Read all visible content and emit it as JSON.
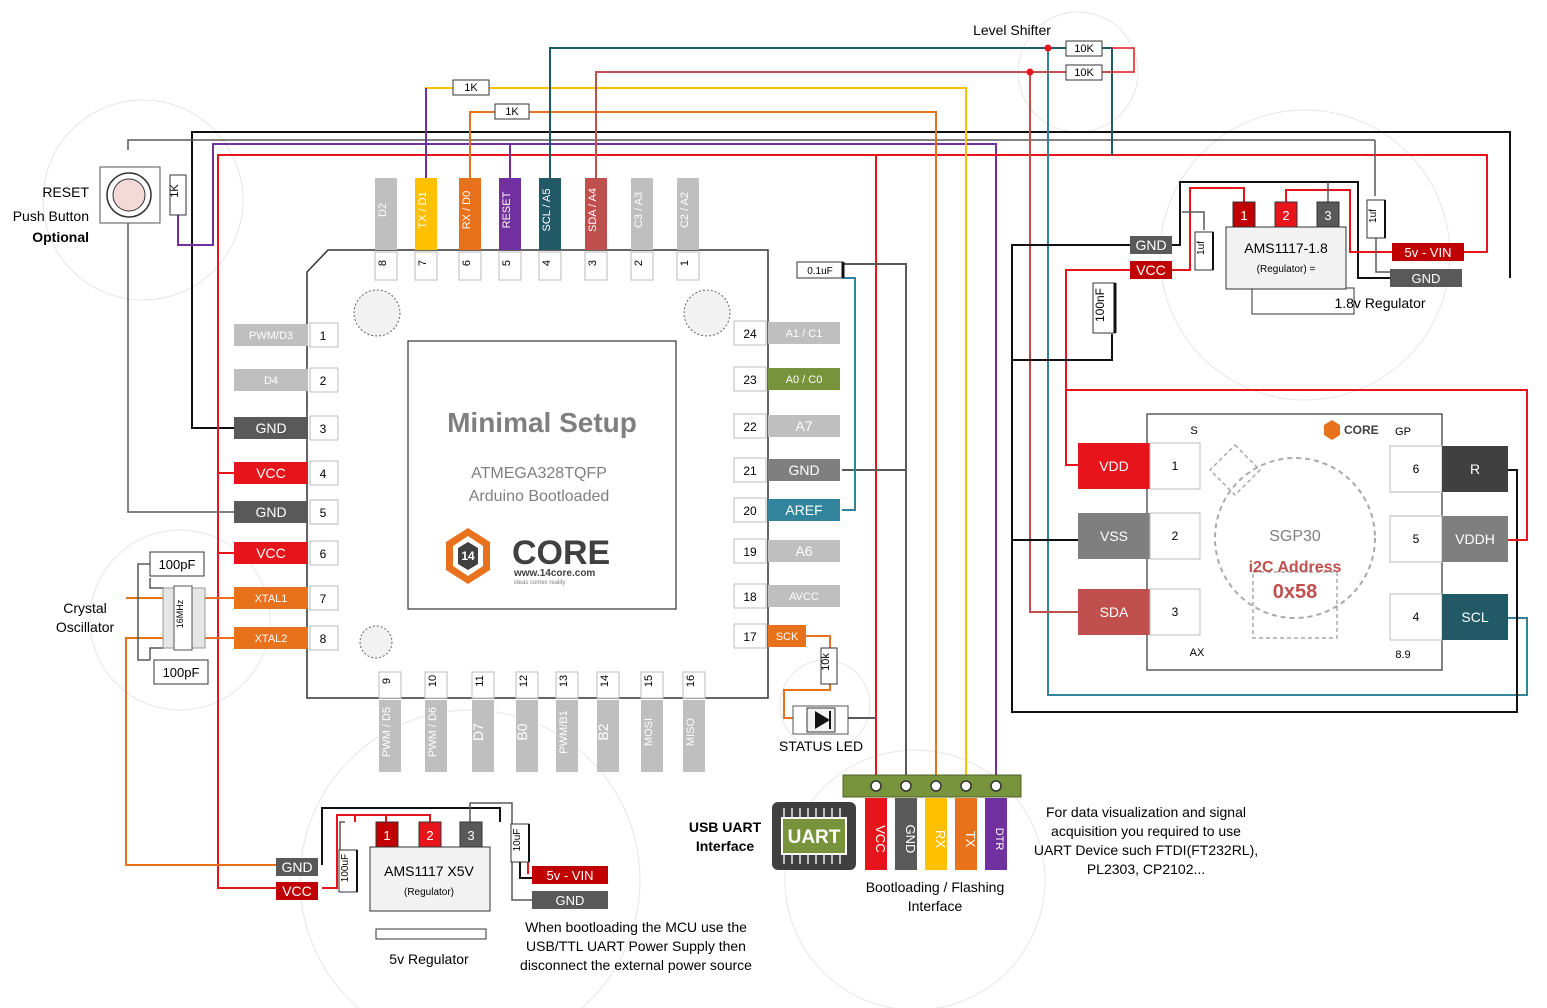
{
  "colors": {
    "black": "#111111",
    "red": "#e8141c",
    "darkred": "#c0504d",
    "orange": "#e8711c",
    "yellow": "#ffc000",
    "purple": "#7030a0",
    "teal": "#215967",
    "tealLight": "#31849b",
    "green": "#77933c",
    "gray": "#bfbfbf",
    "darkgray": "#595959",
    "steel": "#7f7f7f",
    "crimson": "#b3282d"
  },
  "mcu": {
    "title": "Minimal Setup",
    "subtitle1": "ATMEGA328TQFP",
    "subtitle2": "Arduino Bootloaded",
    "logo_text": "CORE",
    "logo_url": "www.14core.com",
    "logo_tagline": "ideas comes reality",
    "logo_mark": "14",
    "top_pins": [
      {
        "label": "D2",
        "num": "8",
        "color": "#bfbfbf"
      },
      {
        "label": "TX / D1",
        "num": "7",
        "color": "#ffc000"
      },
      {
        "label": "RX / D0",
        "num": "6",
        "color": "#e8711c"
      },
      {
        "label": "RESET",
        "num": "5",
        "color": "#7030a0"
      },
      {
        "label": "SCL / A5",
        "num": "4",
        "color": "#215967"
      },
      {
        "label": "SDA / A4",
        "num": "3",
        "color": "#c0504d"
      },
      {
        "label": "C3 / A3",
        "num": "2",
        "color": "#bfbfbf"
      },
      {
        "label": "C2 / A2",
        "num": "1",
        "color": "#bfbfbf"
      }
    ],
    "left_pins": [
      {
        "label": "PWM/D3",
        "num": "1",
        "color": "#bfbfbf"
      },
      {
        "label": "D4",
        "num": "2",
        "color": "#bfbfbf"
      },
      {
        "label": "GND",
        "num": "3",
        "color": "#595959"
      },
      {
        "label": "VCC",
        "num": "4",
        "color": "#e8141c"
      },
      {
        "label": "GND",
        "num": "5",
        "color": "#595959"
      },
      {
        "label": "VCC",
        "num": "6",
        "color": "#e8141c"
      },
      {
        "label": "XTAL1",
        "num": "7",
        "color": "#e8711c"
      },
      {
        "label": "XTAL2",
        "num": "8",
        "color": "#e8711c"
      }
    ],
    "right_pins": [
      {
        "label": "A1 / C1",
        "num": "24",
        "color": "#bfbfbf"
      },
      {
        "label": "A0 / C0",
        "num": "23",
        "color": "#77933c"
      },
      {
        "label": "A7",
        "num": "22",
        "color": "#bfbfbf"
      },
      {
        "label": "GND",
        "num": "21",
        "color": "#7f7f7f"
      },
      {
        "label": "AREF",
        "num": "20",
        "color": "#31849b"
      },
      {
        "label": "A6",
        "num": "19",
        "color": "#bfbfbf"
      },
      {
        "label": "AVCC",
        "num": "18",
        "color": "#bfbfbf"
      },
      {
        "label": "SCK",
        "num": "17",
        "color": "#e8711c"
      }
    ],
    "bottom_pins": [
      {
        "label": "PWM / D5",
        "num": "9",
        "color": "#bfbfbf"
      },
      {
        "label": "PWM / D6",
        "num": "10",
        "color": "#bfbfbf"
      },
      {
        "label": "D7",
        "num": "11",
        "color": "#bfbfbf"
      },
      {
        "label": "B0",
        "num": "12",
        "color": "#bfbfbf"
      },
      {
        "label": "PWM/B1",
        "num": "13",
        "color": "#bfbfbf"
      },
      {
        "label": "B2",
        "num": "14",
        "color": "#bfbfbf"
      },
      {
        "label": "MOSI",
        "num": "15",
        "color": "#bfbfbf"
      },
      {
        "label": "MISO",
        "num": "16",
        "color": "#bfbfbf"
      }
    ]
  },
  "labels": {
    "reset_line1": "RESET",
    "reset_line2": "Push Button",
    "reset_line3": "Optional",
    "crystal_line1": "Crystal",
    "crystal_line2": "Oscillator",
    "level_shifter": "Level Shifter",
    "status_led": "STATUS LED",
    "usb_uart_line1": "USB UART",
    "usb_uart_line2": "Interface",
    "uart_chip": "UART",
    "boot_line1": "Bootloading / Flashing",
    "boot_line2": "Interface",
    "note1": "When bootloading the MCU use the",
    "note2": "USB/TTL UART Power Supply then",
    "note3": "disconnect the external power source",
    "viz1": "For data visualization and signal",
    "viz2": "acquisition you required to use",
    "viz3": "UART Device such FTDI(FT232RL),",
    "viz4": "PL2303, CP2102..."
  },
  "components": {
    "r_reset": "1K",
    "r_tx": "1K",
    "r_rx": "1K",
    "r_ls1": "10K",
    "r_ls2": "10K",
    "r_led": "10k",
    "r_reset_vertical": "1K",
    "cap_aref": "0.1uF",
    "cap_x1": "100pF",
    "cap_x2": "100pF",
    "crystal": "16MHz",
    "cap_100nf": "100nF",
    "cap_1uf_a": "1uf",
    "cap_1uf_b": "1uf",
    "cap_100uf": "100uF",
    "cap_10uf": "10uF"
  },
  "header_pins": [
    "VCC",
    "GND",
    "RX",
    "TX",
    "DTR"
  ],
  "reg5": {
    "name": "AMS1117 X5V",
    "sub": "(Regulator)",
    "pins": [
      "1",
      "2",
      "3"
    ],
    "gnd_in": "GND",
    "vcc_in": "VCC",
    "vin": "5v - VIN",
    "gnd_out": "GND",
    "caption": "5v Regulator"
  },
  "reg18": {
    "name": "AMS1117-1.8",
    "sub": "(Regulator) =",
    "pins": [
      "1",
      "2",
      "3"
    ],
    "gnd_in": "GND",
    "vcc_in": "VCC",
    "vin": "5v - VIN",
    "gnd_out": "GND",
    "caption": "1.8v Regulator"
  },
  "sensor": {
    "name": "SGP30",
    "addr1": "i2C Address",
    "addr2": "0x58",
    "tag_s": "S",
    "tag_gp": "GP",
    "tag_ax": "AX",
    "tag_89": "8.9",
    "logo": "CORE",
    "left_pins": [
      {
        "label": "VDD",
        "num": "1",
        "color": "#e8141c"
      },
      {
        "label": "VSS",
        "num": "2",
        "color": "#7f7f7f"
      },
      {
        "label": "SDA",
        "num": "3",
        "color": "#c0504d"
      }
    ],
    "right_pins": [
      {
        "label": "R",
        "num": "6",
        "color": "#404040"
      },
      {
        "label": "VDDH",
        "num": "5",
        "color": "#7f7f7f"
      },
      {
        "label": "SCL",
        "num": "4",
        "color": "#215967"
      }
    ]
  }
}
